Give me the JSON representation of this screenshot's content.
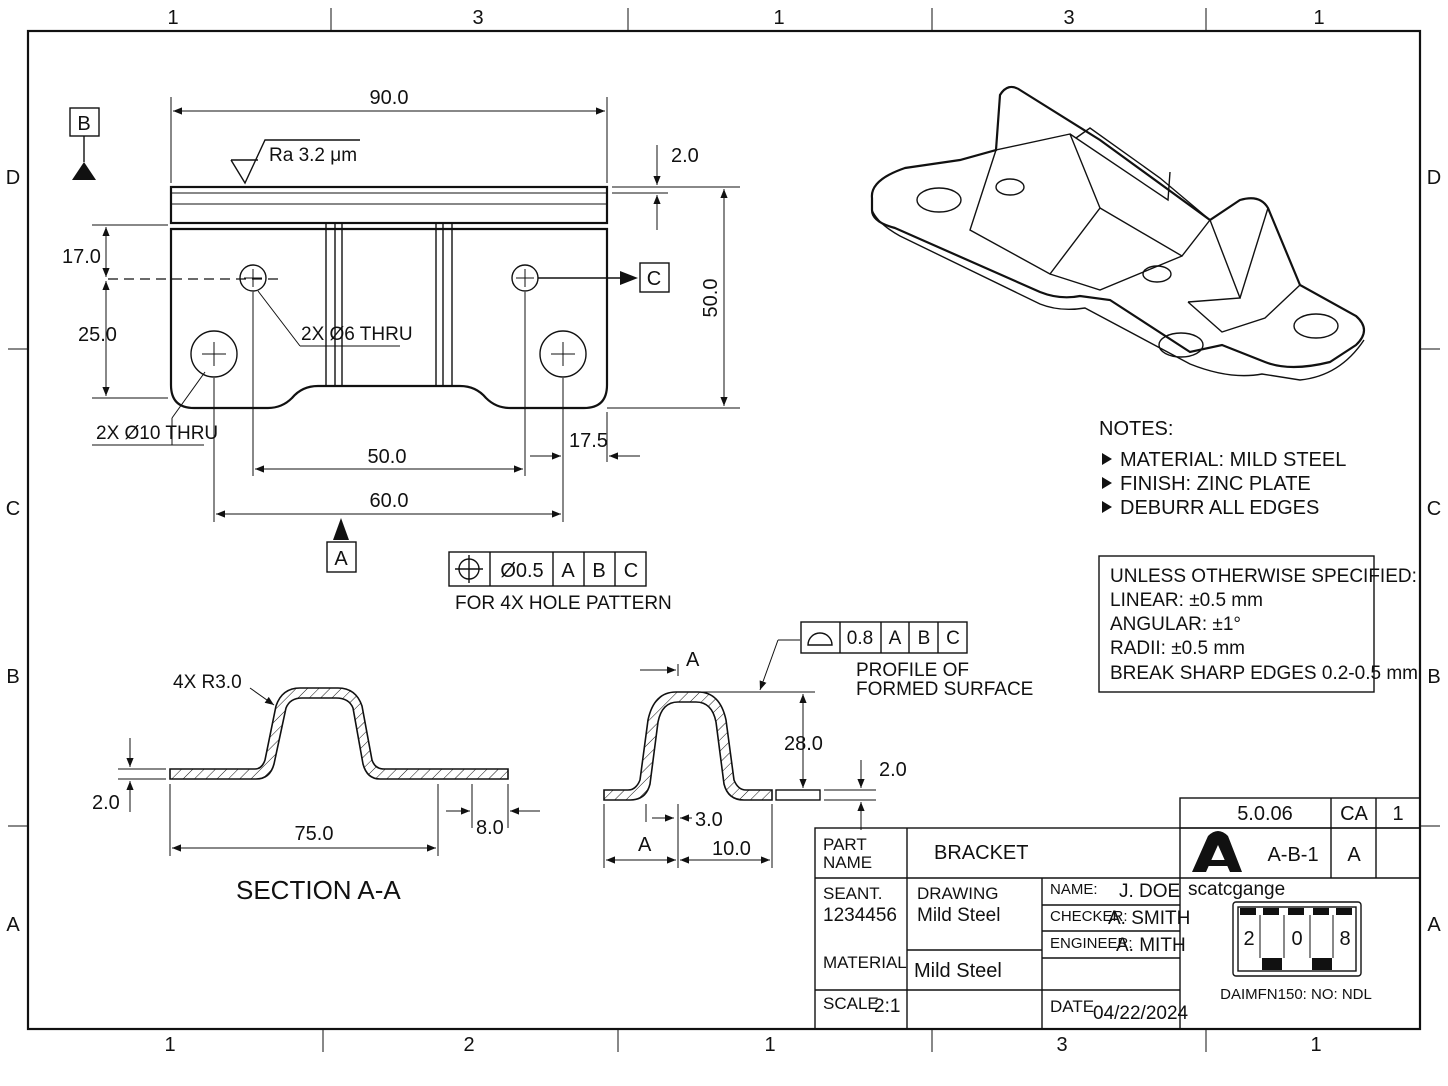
{
  "frame": {
    "top_zones": [
      "1",
      "3",
      "1",
      "3",
      "1"
    ],
    "bottom_zones": [
      "1",
      "2",
      "1",
      "3",
      "1"
    ],
    "left_zones": [
      "D",
      "C",
      "B",
      "A"
    ],
    "right_zones": [
      "D",
      "C",
      "B",
      "A"
    ]
  },
  "front_view": {
    "dim_width": "90.0",
    "dim_thickness": "2.0",
    "dim_height": "50.0",
    "dim_17": "17.0",
    "dim_25": "25.0",
    "dim_50": "50.0",
    "dim_60": "60.0",
    "dim_175": "17.5",
    "surface_finish": "Ra 3.2 μm",
    "hole_small": "2X Ø6 THRU",
    "hole_large": "2X Ø10 THRU",
    "datum_a": "A",
    "datum_b": "B",
    "datum_c": "C"
  },
  "position_fcf": {
    "tolerance": "Ø0.5",
    "datums": [
      "A",
      "B",
      "C"
    ],
    "note": "FOR 4X HOLE PATTERN"
  },
  "section": {
    "radius": "4X R3.0",
    "thickness": "2.0",
    "length": "75.0",
    "flange": "8.0",
    "title": "SECTION A-A"
  },
  "detail": {
    "a_top": "A",
    "a_bottom": "A",
    "height": "28.0",
    "thickness": "2.0",
    "gap": "3.0",
    "width": "10.0"
  },
  "profile_fcf": {
    "tolerance": "0.8",
    "datums": [
      "A",
      "B",
      "C"
    ],
    "note_line1": "PROFILE OF",
    "note_line2": "FORMED SURFACE"
  },
  "notes": {
    "title": "NOTES:",
    "items": [
      "MATERIAL: MILD STEEL",
      "FINISH: ZINC PLATE",
      "DEBURR ALL EDGES"
    ]
  },
  "tolerances": {
    "lines": [
      "UNLESS OTHERWISE SPECIFIED:",
      "LINEAR:  ±0.5 mm",
      "ANGULAR:  ±1°",
      "RADII:  ±0.5 mm",
      "BREAK SHARP EDGES 0.2-0.5 mm"
    ]
  },
  "title_block": {
    "rev_number": "5.0.06",
    "rev_code": "CA",
    "rev_sheet": "1",
    "part_name_label_1": "PART",
    "part_name_label_2": "NAME",
    "part_name": "BRACKET",
    "drawing_code": "A-B-1",
    "size": "A",
    "seant_label": "SEANT.",
    "seant_value": "1234456",
    "drawing_label": "DRAWING",
    "drawing_value": "Mild Steel",
    "name_label": "NAME:",
    "name_value": "J. DOE",
    "checker_label": "CHECKER:",
    "checker_value": "A. SMITH",
    "engineer_label": "ENGINEER:",
    "engineer_value": "A. MITH",
    "material_label": "MATERIAL",
    "material_value": "Mild Steel",
    "scale_label": "SCALE",
    "scale_value": "2:1",
    "date_label": "DATE",
    "date_value": "04/22/2024",
    "company": "scatcgange",
    "stamp_left": "2",
    "stamp_mid": "0",
    "stamp_right": "8",
    "footer": "DAIMFN150:  NO: NDL"
  }
}
